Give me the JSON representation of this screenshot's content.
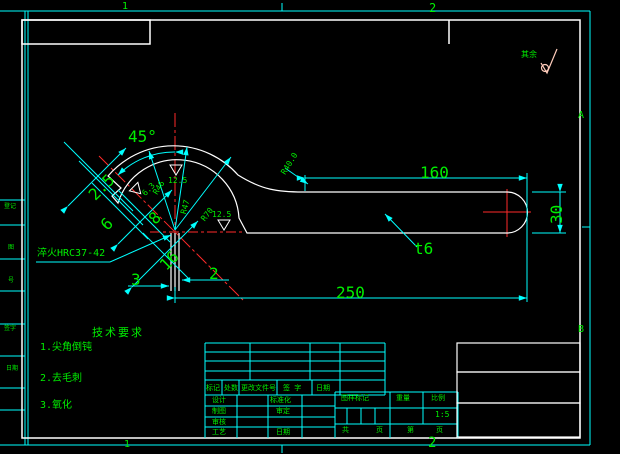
{
  "colors": {
    "background": "#000000",
    "outline_white": "#ffffff",
    "dimension_cyan": "#00ffff",
    "text_green": "#00ee00",
    "centerline_red": "#ff2a2a",
    "finish_symbol": "#ffccbb"
  },
  "zones": {
    "top1": "1",
    "top2": "2",
    "bottom1": "1",
    "bottom2": "2",
    "right_a": "A",
    "right_b": "B"
  },
  "annotations": {
    "rest_finish": "其余",
    "heat_treatment": "淬火HRC37-42",
    "thickness": "t6",
    "angle": "45°",
    "dims": {
      "w25": "2.5",
      "w6": "6",
      "w8": "8",
      "w16": "16",
      "s3": "3",
      "s2": "2",
      "len250": "250",
      "len160": "160",
      "h30": "30"
    },
    "radii": {
      "r40": "R40.0",
      "r46": "R46",
      "r47": "R47",
      "r70": "R70"
    },
    "roughness": {
      "v1": "12.5",
      "v2": "12.5",
      "v3": "6.3"
    }
  },
  "tech_requirements": {
    "title": "技术要求",
    "item1": "1.尖角倒钝",
    "item2": "2.去毛刺",
    "item3": "3.氧化"
  },
  "title_block": {
    "rev": {
      "c1": "标记",
      "c2": "处数",
      "c3": "更改文件号",
      "c4": "签 字",
      "c5": "日期"
    },
    "sign": {
      "r1l": "设计",
      "r1r": "标准化",
      "r2l": "制图",
      "r2r": "审定",
      "r3l": "审核",
      "r4l": "工艺",
      "r4r": "日期"
    },
    "mid": {
      "h1": "图样标记",
      "h2": "重量",
      "h3": "比例",
      "scale": "1:5",
      "p1": "共",
      "p2": "页",
      "p3": "第",
      "p4": "页"
    }
  },
  "left_strip": {
    "s1": "登记",
    "s2": "图",
    "s3": "号",
    "s4": "签字",
    "s5": "日期"
  }
}
